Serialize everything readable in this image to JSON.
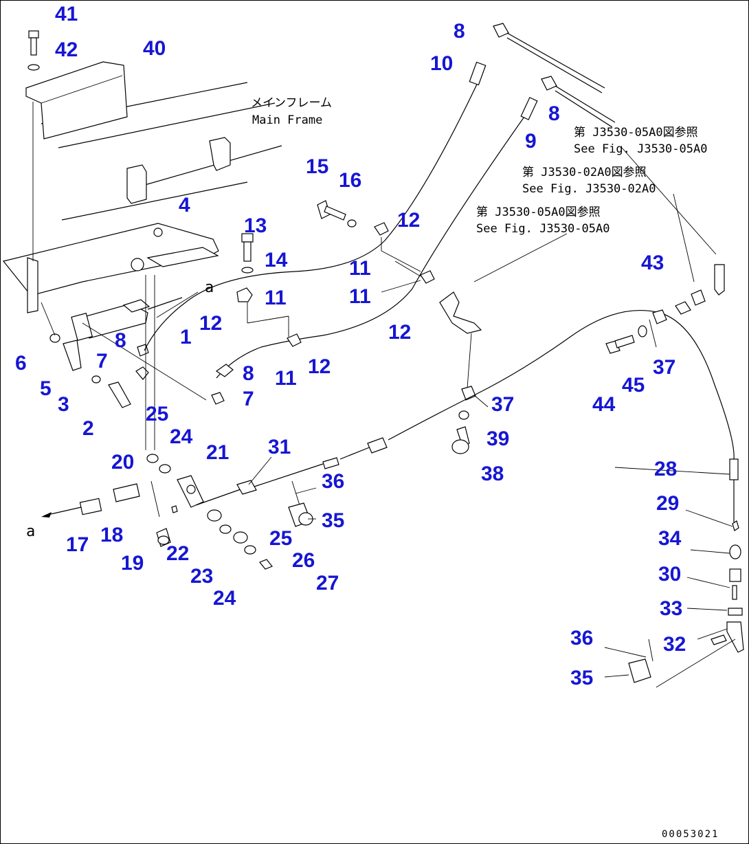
{
  "notes": {
    "main_frame_jp": "メインフレーム",
    "main_frame_en": "Main Frame",
    "ref1_jp": "第 J3530-05A0図参照",
    "ref1_en": "See Fig. J3530-05A0",
    "ref2_jp": "第 J3530-02A0図参照",
    "ref2_en": "See Fig. J3530-02A0",
    "ref3_jp": "第 J3530-05A0図参照",
    "ref3_en": "See Fig. J3530-05A0"
  },
  "marks": {
    "a_top": "a",
    "a_bottom": "a"
  },
  "figure_code": "00053021",
  "callouts": [
    "41",
    "42",
    "40",
    "8",
    "10",
    "8",
    "9",
    "15",
    "16",
    "12",
    "13",
    "14",
    "4",
    "11",
    "11",
    "11",
    "12",
    "12",
    "1",
    "6",
    "5",
    "3",
    "2",
    "8",
    "7",
    "8",
    "7",
    "11",
    "12",
    "25",
    "24",
    "20",
    "21",
    "31",
    "36",
    "35",
    "17",
    "18",
    "19",
    "22",
    "23",
    "24",
    "25",
    "26",
    "27",
    "43",
    "37",
    "37",
    "39",
    "38",
    "44",
    "45",
    "28",
    "29",
    "34",
    "30",
    "33",
    "32",
    "36",
    "35"
  ],
  "colors": {
    "callout": "#1616d4",
    "line": "#000000",
    "background": "#ffffff"
  }
}
